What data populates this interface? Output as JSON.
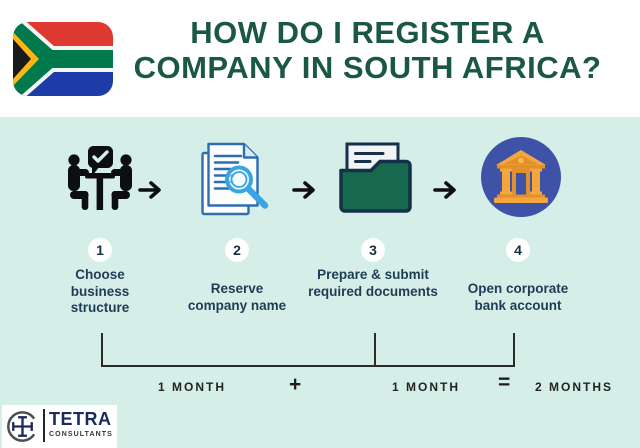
{
  "header": {
    "title_line1": "HOW DO I REGISTER A",
    "title_line2": "COMPANY IN SOUTH AFRICA?"
  },
  "steps": [
    {
      "number": "1",
      "label": "Choose business structure",
      "icon": "meeting-discussion-icon"
    },
    {
      "number": "2",
      "label": "Reserve company name",
      "icon": "document-search-icon"
    },
    {
      "number": "3",
      "label": "Prepare & submit required documents",
      "icon": "folder-documents-icon"
    },
    {
      "number": "4",
      "label": "Open corporate bank account",
      "icon": "bank-building-icon"
    }
  ],
  "timeline": {
    "month1": "1 MONTH",
    "plus": "+",
    "month2": "1 MONTH",
    "equals": "=",
    "total": "2 MONTHS"
  },
  "logo": {
    "brand": "TETRA",
    "subtitle": "CONSULTANTS"
  },
  "colors": {
    "background_mint": "#d6eee8",
    "title_green": "#1a5843",
    "label_navy": "#1f3c55",
    "bank_circle_blue": "#3e52a7",
    "bank_orange": "#f4a53c",
    "folder_green": "#17694e",
    "document_blue": "#2e6db4",
    "magnifier_blue": "#38a6e3",
    "logo_navy": "#1b2a5c",
    "flag_red": "#de3a31",
    "flag_blue": "#1e3ca8",
    "flag_green": "#007a4d",
    "flag_gold": "#ffb611"
  }
}
